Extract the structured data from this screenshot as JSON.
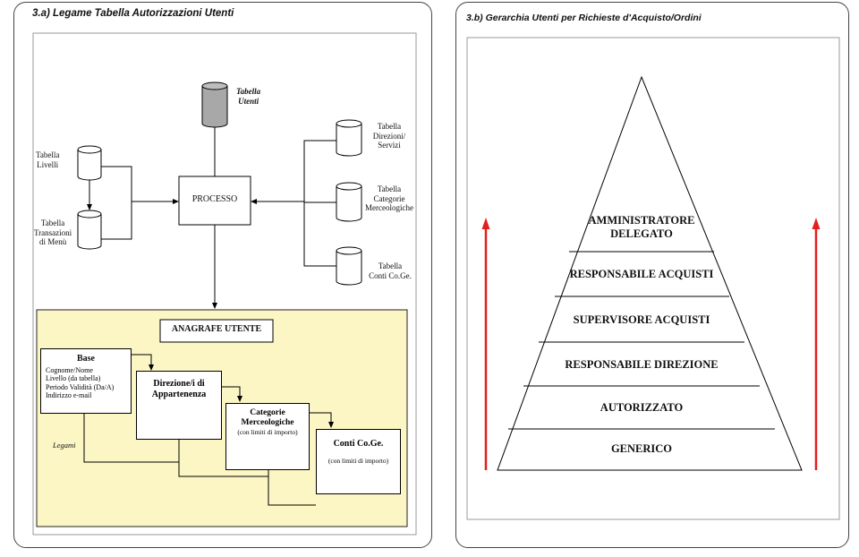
{
  "panel_a": {
    "title": "3.a) Legame Tabella Autorizzazioni Utenti",
    "tabella_utenti": [
      "Tabella",
      "Utenti"
    ],
    "tabella_livelli": [
      "Tabella",
      "Livelli"
    ],
    "tabella_transazioni": [
      "Tabella",
      "Transazioni",
      "di Menù"
    ],
    "tabella_direzioni": [
      "Tabella",
      "Direzioni/",
      "Servizi"
    ],
    "tabella_categorie": [
      "Tabella",
      "Categorie",
      "Merceologiche"
    ],
    "tabella_conti": [
      "Tabella",
      "Conti Co.Ge."
    ],
    "processo": "PROCESSO",
    "anagrafe": "ANAGRAFE UTENTE",
    "base": {
      "title": "Base",
      "lines": [
        "Cognome/Nome",
        "Livello (da tabella)",
        "Periodo Validità (Da/A)",
        "Indirizzo e-mail"
      ]
    },
    "direzione": [
      "Direzione/i di",
      "Appartenenza"
    ],
    "categorie": {
      "title": [
        "Categorie",
        "Merceologiche"
      ],
      "note": "(con limiti di importo)"
    },
    "conti": {
      "title": "Conti Co.Ge.",
      "note": "(con limiti di importo)"
    },
    "legami": "Legami"
  },
  "panel_b": {
    "title": "3.b) Gerarchia Utenti per Richieste d'Acquisto/Ordini",
    "tiers": [
      "AMMINISTRATORE DELEGATO",
      "RESPONSABILE ACQUISTI",
      "SUPERVISORE ACQUISTI",
      "RESPONSABILE DIREZIONE",
      "AUTORIZZATO",
      "GENERICO"
    ],
    "arrow_color": "#e21f1f"
  }
}
